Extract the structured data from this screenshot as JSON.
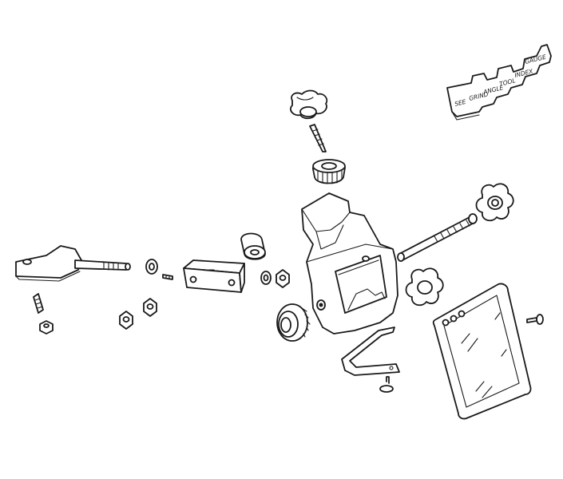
{
  "diagram": {
    "kind": "exploded parts drawing",
    "colors": {
      "ink": "#1a1a1a",
      "background": "#ffffff"
    },
    "gauge_label_lines": [
      "SEE",
      "GRIND",
      "ANGLE",
      "TOOL",
      "INDEX",
      "GAUGE"
    ]
  }
}
